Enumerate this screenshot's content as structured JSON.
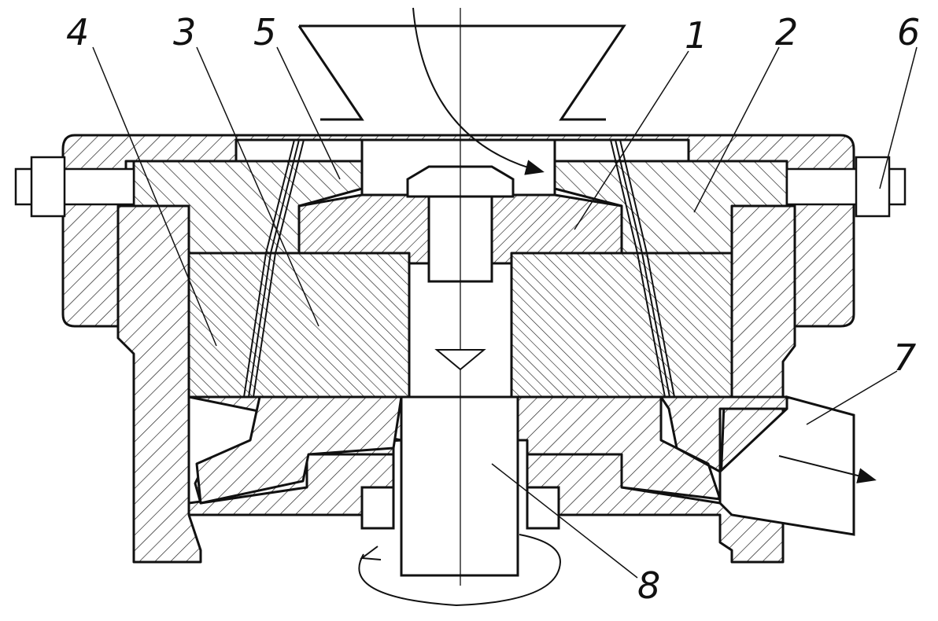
{
  "figure": {
    "callouts": [
      {
        "id": "c4",
        "label": "4"
      },
      {
        "id": "c3",
        "label": "3"
      },
      {
        "id": "c5",
        "label": "5"
      },
      {
        "id": "c1",
        "label": "1"
      },
      {
        "id": "c2",
        "label": "2"
      },
      {
        "id": "c6",
        "label": "6"
      },
      {
        "id": "c7",
        "label": "7"
      },
      {
        "id": "c8",
        "label": "8"
      }
    ]
  },
  "colors": {
    "line": "#111111",
    "background": "#ffffff"
  }
}
